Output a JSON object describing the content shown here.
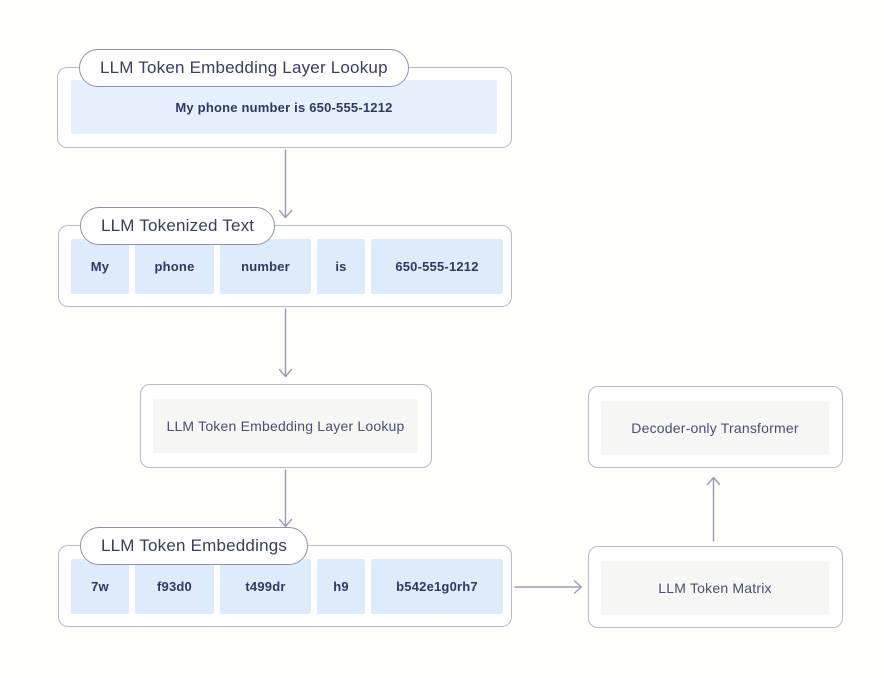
{
  "diagram": {
    "embedding_lookup_top": {
      "label": "LLM Token Embedding Layer Lookup",
      "input_text": "My phone number is 650-555-1212"
    },
    "tokenized_text": {
      "label": "LLM Tokenized Text",
      "tokens": [
        "My",
        "phone",
        "number",
        "is",
        "650-555-1212"
      ]
    },
    "embedding_lookup_step": {
      "text": "LLM Token Embedding Layer Lookup"
    },
    "token_embeddings": {
      "label": "LLM Token Embeddings",
      "tokens": [
        "7w",
        "f93d0",
        "t499dr",
        "h9",
        "b542e1g0rh7"
      ]
    },
    "token_matrix": {
      "text": "LLM Token Matrix"
    },
    "decoder": {
      "text": "Decoder-only Transformer"
    }
  },
  "colors": {
    "background": "#fffefb",
    "box_border": "#b6b9c8",
    "pill_border": "#8f93aa",
    "pill_text": "#383c63",
    "token_fill": "#ddebfa",
    "sentence_fill": "#e5f0fc",
    "inner_fill": "#f6f6f5",
    "token_text": "#2e3864",
    "inner_text": "#4a4e71",
    "arrow": "#9a9db0"
  }
}
